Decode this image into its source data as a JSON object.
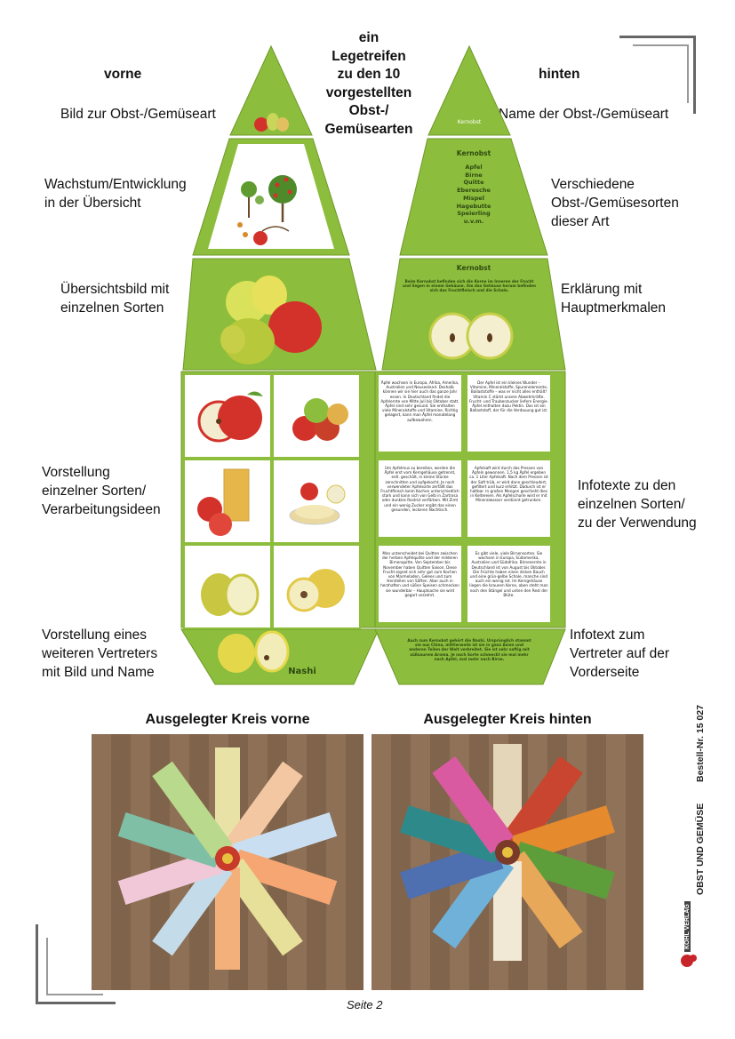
{
  "header": {
    "front_label": "vorne",
    "back_label": "hinten",
    "center_title_lines": [
      "ein",
      "Legetreifen",
      "zu den 10",
      "vorgestellten",
      "Obst-/",
      "Gemüsearten"
    ]
  },
  "left_labels": [
    [
      "Bild zur Obst-/Gemüseart"
    ],
    [
      "Wachstum/Entwicklung",
      "in der Übersicht"
    ],
    [
      "Übersichtsbild mit",
      "einzelnen Sorten"
    ],
    [
      "Vorstellung",
      "einzelner Sorten/",
      "Verarbeitungsideen"
    ],
    [
      "Vorstellung eines",
      "weiteren Vertreters",
      "mit Bild und Name"
    ]
  ],
  "right_labels": [
    [
      "Name der Obst-/Gemüseart"
    ],
    [
      "Verschiedene",
      "Obst-/Gemüsesorten",
      "dieser Art"
    ],
    [
      "Erklärung mit",
      "Hauptmerkmalen"
    ],
    [
      "Infotexte zu den",
      "einzelnen Sorten/",
      "zu der Verwendung"
    ],
    [
      "Infotext zum",
      "Vertreter auf der",
      "Vorderseite"
    ]
  ],
  "back_strip": {
    "tip_name": "Kernobst",
    "varieties_title": "Kernobst",
    "varieties": [
      "Apfel",
      "Birne",
      "Quitte",
      "Eberesche",
      "Mispel",
      "Hagebutte",
      "Speierling",
      "u.v.m."
    ],
    "explain_title": "Kernobst",
    "explain_text": "Beim Kernobst befinden sich die Kerne im Inneren der Frucht und liegen in einem Gehäuse. Um das Gehäuse herum befinden sich das Fruchtfleisch und die Schale.",
    "info_cells": [
      "Äpfel wachsen in Europa, Afrika, Amerika, Australien und Neuseeland. Deshalb können wir sie hier auch das ganze Jahr essen. In Deutschland findet die Apfelernte von Mitte Juli bis Oktober statt. Äpfel sind sehr gesund. Sie enthalten viele Mineralstoffe und Vitamine. Richtig gelagert, kann man Äpfel monatelang aufbewahren.",
      "Der Apfel ist ein kleines Wunder – Vitamine, Mineralstoffe, Spurenelemente, Ballaststoffe – was er nicht alles enthält! Vitamin C stärkt unsere Abwehrkräfte. Frucht- und Traubenzucker liefern Energie. Äpfel enthalten dazu Pektin. Das ist ein Ballaststoff, der für die Verdauung gut ist.",
      "Um Apfelmus zu bereiten, werden die Äpfel erst vom Kerngehäuse getrennt, evtl. geschält, in kleine Stücke zerschnitten und aufgekocht. Je nach verwendeter Apfelsorte zerfällt das Fruchtfleisch beim Kochen unterschiedlich stark und kann sich von Gelb in Zartrosa oder dunkles Rostrot verfärben. Mit Zimt und ein wenig Zucker ergibt das einen gesunden, leckeren Nachtisch.",
      "Apfelsaft wird durch das Pressen von Äpfeln gewonnen. 1,5 kg Äpfel ergeben ca. 1 Liter Apfelsaft. Nach dem Pressen ist der Saft trüb, er wird dann geschleudert, gefiltert und kurz erhitzt. Dadurch ist er haltbar. In großen Mengen geschieht dies in Keltereien. Als Apfelschorle wird er mit Mineralwasser verdünnt getrunken.",
      "Man unterscheidet bei Quitten zwischen der herben Apfelquitte und der milderen Birnenquitte. Von September bis November haben Quitten Saison. Diese Frucht eignet sich sehr gut zum Kochen von Marmeladen, Gelees und zum Herstellen von Säften. Aber auch in herzhaften und süßen Speisen schmecken sie wunderbar – Hauptsache sie wird gegart verzehrt.",
      "Es gibt viele, viele Birnensorten. Sie wachsen in Europa, Südamerika, Australien und Südafrika. Birnenernte in Deutschland ist von August bis Oktober. Die Früchte haben einen dicken Bauch und eine grün-gelbe Schale, manche sind auch ein wenig rot. Im Kerngehäuse liegen die braunen Kerne, oben steht man noch den Stängel und unten den Rest der Blüte."
    ],
    "bottom_text": "Auch zum Kernobst gehört die Nashi. Ursprünglich stammt sie aus China, mittlerweile ist sie in ganz Asien und anderen Teilen der Welt verbreitet. Sie ist sehr saftig mit süßsaurem Aroma. Je nach Sorte schmeckt sie mal mehr nach Apfel, mal mehr nach Birne."
  },
  "front_strip": {
    "bottom_name": "Nashi"
  },
  "photos": {
    "front_caption": "Ausgelegter Kreis vorne",
    "back_caption": "Ausgelegter Kreis hinten"
  },
  "side": {
    "order_number": "Bestell-Nr. 15 027",
    "series": "OBST UND GEMÜSE",
    "publisher": "KOHL VERLAG"
  },
  "footer": {
    "page": "Seite 2"
  },
  "colors": {
    "strip_green": "#8dbd3c",
    "strip_border": "#6f9a2a",
    "cell_border": "#8dbd3c",
    "apple_red": "#d3322a",
    "pear_green": "#a6c23a",
    "floor": "#8a6e55"
  }
}
